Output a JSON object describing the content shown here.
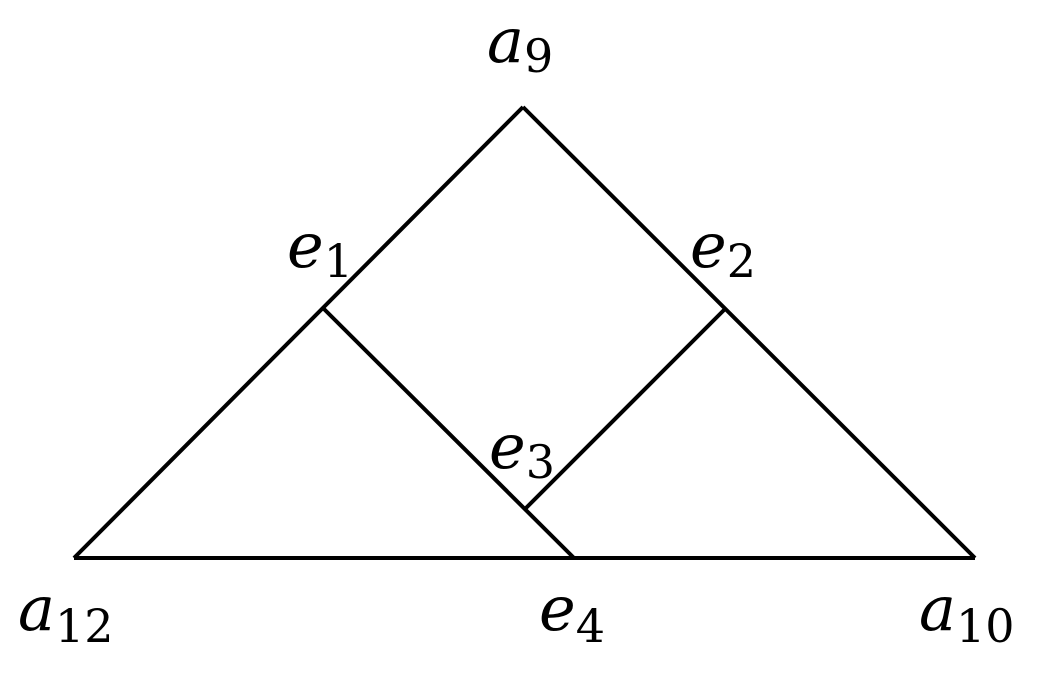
{
  "diagram": {
    "vertices": [
      {
        "id": "a9",
        "base": "a",
        "sub": "9"
      },
      {
        "id": "a10",
        "base": "a",
        "sub": "10"
      },
      {
        "id": "a12",
        "base": "a",
        "sub": "12"
      },
      {
        "id": "e1",
        "base": "e",
        "sub": "1"
      },
      {
        "id": "e2",
        "base": "e",
        "sub": "2"
      },
      {
        "id": "e3",
        "base": "e",
        "sub": "3"
      },
      {
        "id": "e4",
        "base": "e",
        "sub": "4"
      }
    ],
    "edges": [
      [
        "a12",
        "a9"
      ],
      [
        "a9",
        "a10"
      ],
      [
        "a12",
        "a10"
      ],
      [
        "e1",
        "e4"
      ],
      [
        "e2",
        "e3"
      ]
    ]
  }
}
